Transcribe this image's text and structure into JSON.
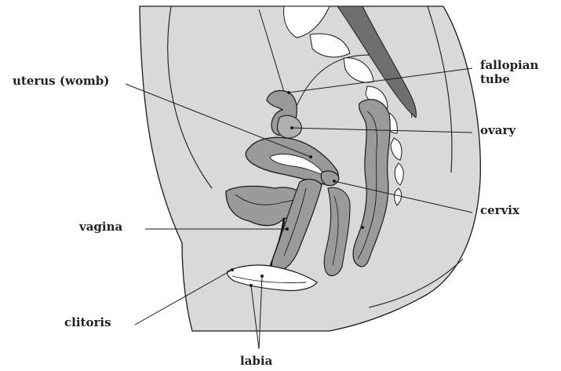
{
  "colors": {
    "body": "#d9d9d9",
    "organ": "#9a9a9a",
    "organ_dark": "#6f6f6f",
    "outline": "#1a1a1a",
    "background": "#ffffff"
  },
  "labels": {
    "uterus": "uterus (womb)",
    "fallopian_line1": "fallopian",
    "fallopian_line2": "tube",
    "ovary": "ovary",
    "cervix": "cervix",
    "vagina": "vagina",
    "clitoris": "clitoris",
    "labia": "labia"
  }
}
